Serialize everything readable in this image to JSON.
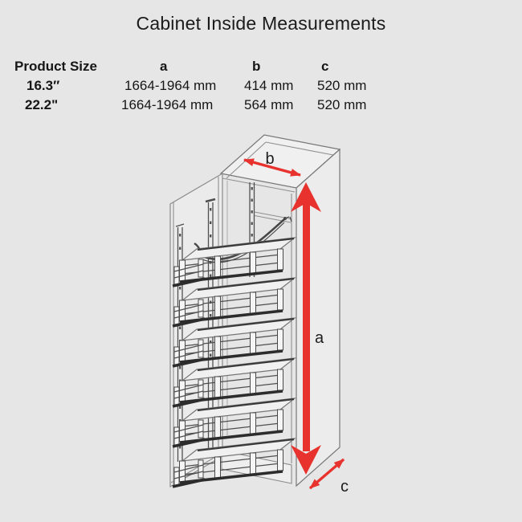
{
  "title": "Cabinet Inside Measurements",
  "table": {
    "headers": [
      "Product Size",
      "a",
      "b",
      "c"
    ],
    "rows": [
      {
        "cells": [
          "16.3″",
          "1664-1964 mm",
          "414 mm",
          "520 mm"
        ]
      },
      {
        "cells": [
          "22.2\"",
          "1664-1964 mm",
          "564 mm",
          "520 mm"
        ]
      }
    ]
  },
  "diagram": {
    "labels": {
      "a": "a",
      "b": "b",
      "c": "c"
    }
  },
  "colors": {
    "background": "#e6e6e6",
    "arrow_red": "#e8322d",
    "text": "#1b1b1b",
    "line_gray": "#777777"
  }
}
